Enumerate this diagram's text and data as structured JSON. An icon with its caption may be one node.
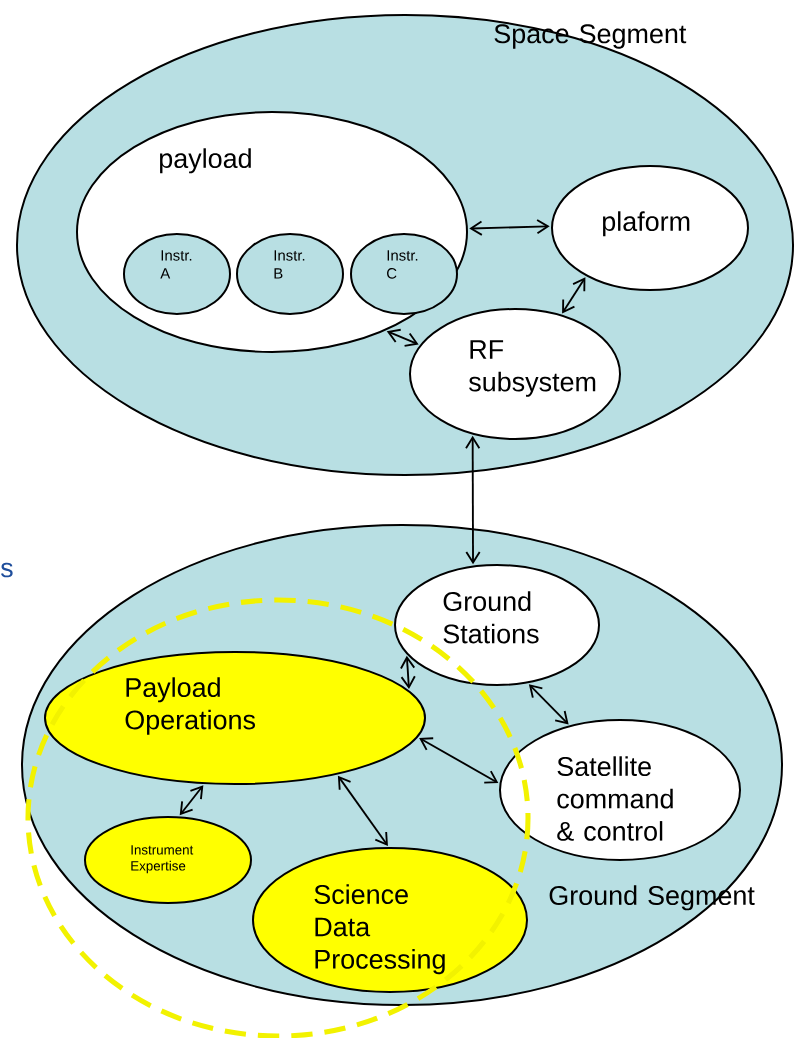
{
  "diagram": {
    "nodes": [
      {
        "text": [
          "Space Segment"
        ]
      },
      {
        "text": [
          "payload"
        ],
        "in": 0
      },
      {
        "text": [
          "Instr. A"
        ],
        "in": 1
      },
      {
        "text": [
          "Instr. B"
        ],
        "in": 1
      },
      {
        "text": [
          "Instr. C"
        ],
        "in": 1
      },
      {
        "text": [
          "plaform"
        ],
        "in": 0
      },
      {
        "text": [
          "RF subsystem"
        ],
        "in": 0
      },
      {
        "text": [
          "Ground Segment"
        ]
      },
      {
        "text": [
          "Ground Stations"
        ],
        "in": 7
      },
      {
        "text": [
          "Payload Operations"
        ],
        "in": 7
      },
      {
        "text": [
          "Satellite command & control"
        ],
        "in": 7
      },
      {
        "text": [
          "Instrument Expertise"
        ],
        "in": 7
      },
      {
        "text": [
          "Science Data Processing"
        ],
        "in": 7
      }
    ],
    "edges": [
      {
        "from": 1,
        "to": 5,
        "arrow": "both"
      },
      {
        "from": 1,
        "to": 6,
        "arrow": "both"
      },
      {
        "from": 5,
        "to": 6,
        "arrow": "both"
      },
      {
        "from": 6,
        "to": 8,
        "arrow": "both"
      },
      {
        "from": 8,
        "to": 9,
        "arrow": "both"
      },
      {
        "from": 8,
        "to": 10,
        "arrow": "both"
      },
      {
        "from": 9,
        "to": 10,
        "arrow": "both"
      },
      {
        "from": 9,
        "to": 11,
        "arrow": "both"
      },
      {
        "from": 9,
        "to": 12,
        "arrow": "both"
      }
    ],
    "labels": [
      "s"
    ]
  }
}
